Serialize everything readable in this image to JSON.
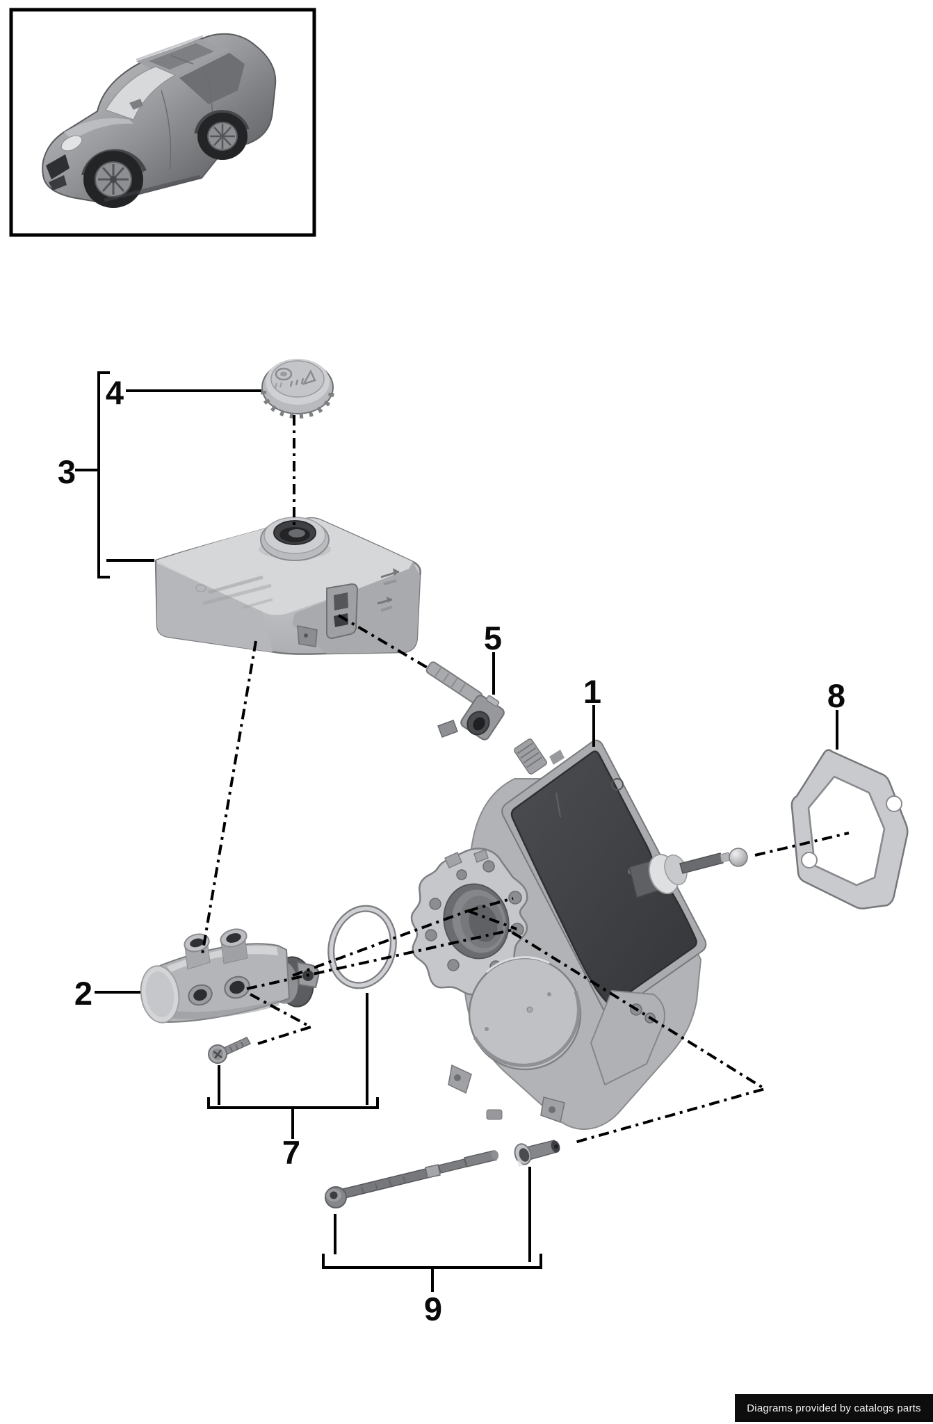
{
  "colors": {
    "background": "#ffffff",
    "line_color": "#000000",
    "footer_background": "#0d0d0e",
    "footer_text_color": "#f4f4f4"
  },
  "illustrations": {
    "vehicle_thumbnail": "porsche-cayenne-suv-grayscale-three-quarter-view",
    "diagram": "brake-master-cylinder-and-booster-exploded-view"
  },
  "callouts": {
    "c1": {
      "number": "1"
    },
    "c2": {
      "number": "2"
    },
    "c3": {
      "number": "3"
    },
    "c4": {
      "number": "4"
    },
    "c5": {
      "number": "5"
    },
    "c7": {
      "number": "7"
    },
    "c8": {
      "number": "8"
    },
    "c9": {
      "number": "9"
    }
  },
  "footer": {
    "label": "Diagrams provided by catalogs parts"
  }
}
